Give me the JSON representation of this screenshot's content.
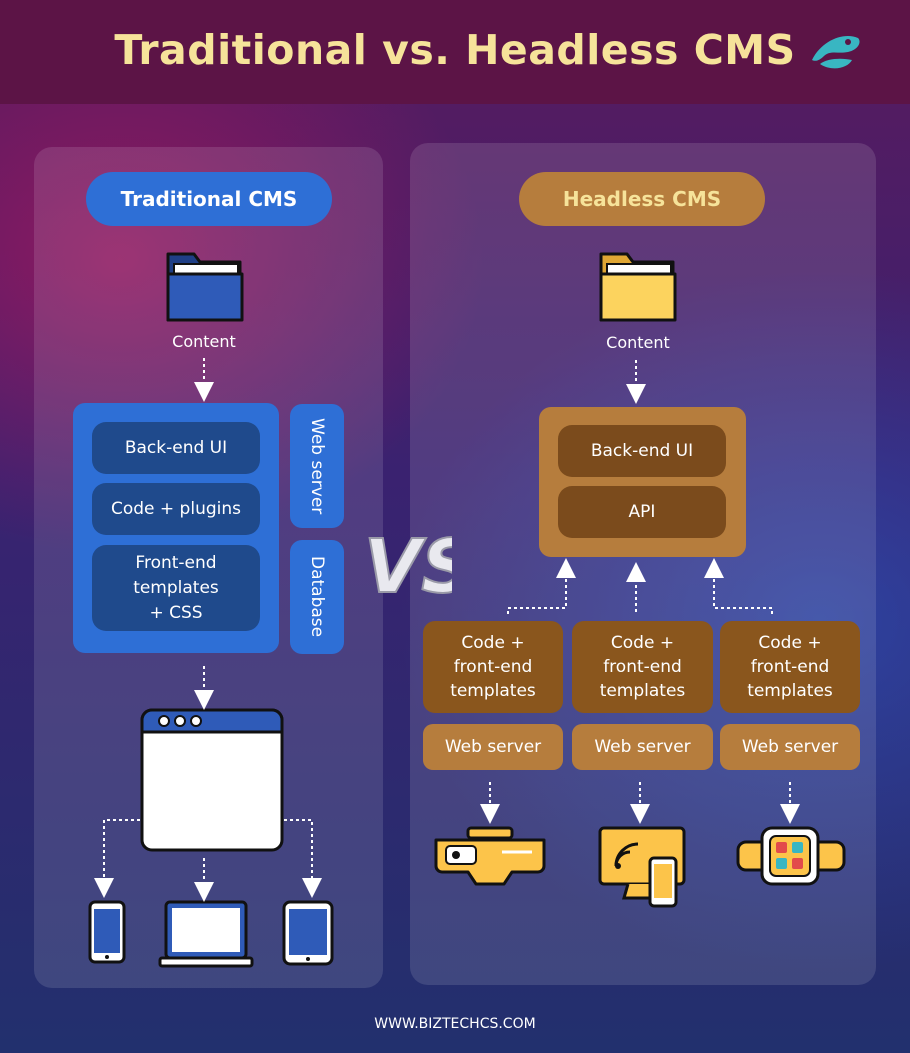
{
  "title": "Traditional vs. Headless CMS",
  "vs_label": "VS",
  "traditional": {
    "heading": "Traditional CMS",
    "content_label": "Content",
    "boxes": [
      "Back-end UI",
      "Code + plugins",
      "Front-end\ntemplates\n+ CSS"
    ],
    "side_labels": [
      "Web server",
      "Database"
    ]
  },
  "headless": {
    "heading": "Headless CMS",
    "content_label": "Content",
    "boxes": [
      "Back-end UI",
      "API"
    ],
    "columns": [
      {
        "code": "Code +\nfront-end\ntemplates",
        "server": "Web server"
      },
      {
        "code": "Code +\nfront-end\ntemplates",
        "server": "Web server"
      },
      {
        "code": "Code +\nfront-end\ntemplates",
        "server": "Web server"
      }
    ]
  },
  "footer": "WWW.BIZTECHCS.COM",
  "colors": {
    "title": "#f6e39a",
    "traditional_accent": "#2e6fd6",
    "headless_accent": "#b67d3d",
    "icon_yellow": "#fcc44a"
  }
}
